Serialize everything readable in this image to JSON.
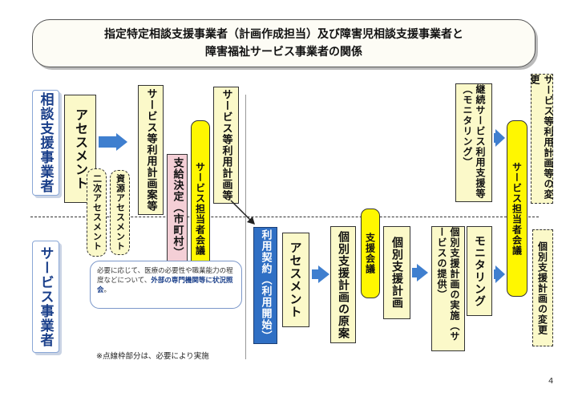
{
  "title": {
    "line1": "指定特定相談支援事業者（計画作成担当）及び障害児相談支援事業者と",
    "line2": "障害福祉サービス事業者の関係"
  },
  "side_labels": {
    "top": "相談支援事業者",
    "bottom": "サービス事業者"
  },
  "boxes": {
    "assessment1": "アセスメント",
    "secondary_assessment": "二次アセスメント",
    "resource_assessment": "資源アセスメント",
    "draft_plan": "サービス等利用計画案等",
    "decision": "支給決定（市町村）",
    "meeting1": "サービス担当者会議",
    "use_plan": "サービス等利用計画等",
    "contract": "利用契約（利用開始）",
    "assessment2": "アセスメント",
    "individual_draft": "個別支援計画の原案",
    "support_meeting": "支援会議",
    "individual_plan": "個別支援計画",
    "implementation": "個別支援計画の実施（サービスの提供）",
    "monitoring": "モニタリング",
    "continued_plan": "継続サービス利用支援等（モニタリング）",
    "meeting2": "サービス担当者会議",
    "plan_change": "サービス等利用計画等の変更",
    "individual_change": "個別支援計画の変更"
  },
  "note": {
    "part1": "必要に応じて、医療の必要性や職業能力の程度などについて、",
    "highlight": "外部の専門機関等に状況照会",
    "part2": "。"
  },
  "footnote": "※点線枠部分は、必要により実施",
  "page_number": "4",
  "colors": {
    "arrow": "#3f7fcf",
    "bright_yellow": "#fff700",
    "pale_yellow": "#fbf9c9",
    "pink": "#f4cfd6",
    "blue": "#2f6fc4"
  }
}
